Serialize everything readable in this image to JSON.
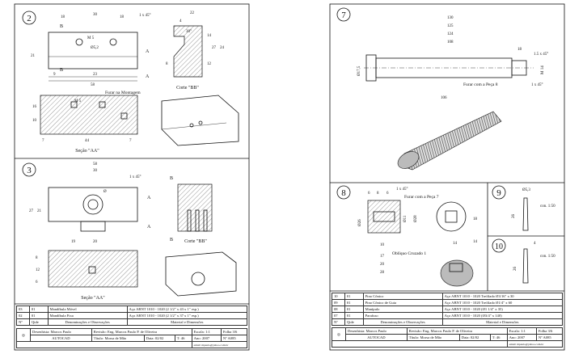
{
  "left_sheet": {
    "part2": {
      "number": "2",
      "dims": [
        "18",
        "30",
        "18",
        "1 x 45°",
        "M 5",
        "Ø5,2",
        "B",
        "B",
        "21",
        "23",
        "9",
        "58",
        "A",
        "A",
        "22",
        "4",
        "30°",
        "8",
        "27",
        "24",
        "14",
        "12"
      ],
      "section_bb": "Corte \"BB\"",
      "section_aa": "Seção \"AA\"",
      "note": "Furar na Montagem",
      "sec_dims": [
        "M 5",
        "16",
        "10",
        "7",
        "44",
        "7"
      ]
    },
    "part3": {
      "number": "3",
      "dims": [
        "58",
        "30",
        "1 x 45°",
        "Ø",
        "27",
        "21",
        "A",
        "A",
        "19",
        "20",
        "B",
        "B"
      ],
      "section_bb": "Corte \"BB\"",
      "section_aa": "Seção \"AA\"",
      "sec_dims": [
        "8",
        "12",
        "6"
      ]
    },
    "bom": [
      {
        "n": "03",
        "q": "01",
        "name": "Mandíbula Móvel",
        "mat": "Aço ABNT 1010 - 1020 (2 1/2\" x 43 x 1\" esp.)"
      },
      {
        "n": "02",
        "q": "01",
        "name": "Mandíbula Fixa",
        "mat": "Aço ABNT 1010 - 1020 (2 1/2\" x 37 x 1\" esp.)"
      }
    ]
  },
  "right_sheet": {
    "part7": {
      "number": "7",
      "dims": [
        "130",
        "125",
        "124",
        "108",
        "18",
        "1.5 x 45°",
        "M 14",
        "Ø17,5",
        "1 x 45°",
        "106"
      ],
      "note": "Furar com a Peça 8"
    },
    "part8": {
      "number": "8",
      "dims": [
        "6",
        "8",
        "6",
        "1 x 45°",
        "Ø26",
        "Ø11",
        "Ø28",
        "10",
        "17",
        "20",
        "28",
        "18",
        "14",
        "14"
      ],
      "note": "Furar com a Peça 7",
      "knurl": "Oblíquo Cruzado 1"
    },
    "part9": {
      "number": "9",
      "dims": [
        "Ø5,3",
        "26"
      ],
      "taper": "con. 1:50"
    },
    "part10": {
      "number": "10",
      "dims": [
        "4",
        "26"
      ],
      "taper": "con. 1:50"
    },
    "bom": [
      {
        "n": "10",
        "q": "01",
        "name": "Pino Cônico",
        "mat": "Aço ABNT 1010 - 1020 Trefilado Ø3/16\" x 30"
      },
      {
        "n": "09",
        "q": "01",
        "name": "Pino Cônico de Guia",
        "mat": "Aço ABNT 1010 - 1020 Trefilado Ø1/4\" x 60"
      },
      {
        "n": "08",
        "q": "01",
        "name": "Manípulo",
        "mat": "Aço ABNT 1010 - 1020 (Ø1 1/4\" x 35)"
      },
      {
        "n": "07",
        "q": "01",
        "name": "Parafuso",
        "mat": "Aço ABNT 1010 - 1020 (Ø3/4\" x 140)"
      }
    ]
  },
  "bom_header": {
    "n": "Nº",
    "q": "Qtde",
    "name": "Denominações e Observações",
    "mat": "Material e Dimensões"
  },
  "title_block": {
    "drawer": "Desenhista:  Marcos Paulo",
    "revision": "Revisão: Eng. Marcos Paulo P. de Oliveira",
    "software": "AUTOCAD",
    "title_label": "Título:",
    "title": "Morsa de Mão",
    "date": "Data: 02/02",
    "format": "T: 46",
    "scale": "Escala: 1:1",
    "sheet": "Folha 3/6",
    "year": "Ano:  2007",
    "number": "Nº A085",
    "email": "email: mpaulo@yahoo.com.br"
  }
}
